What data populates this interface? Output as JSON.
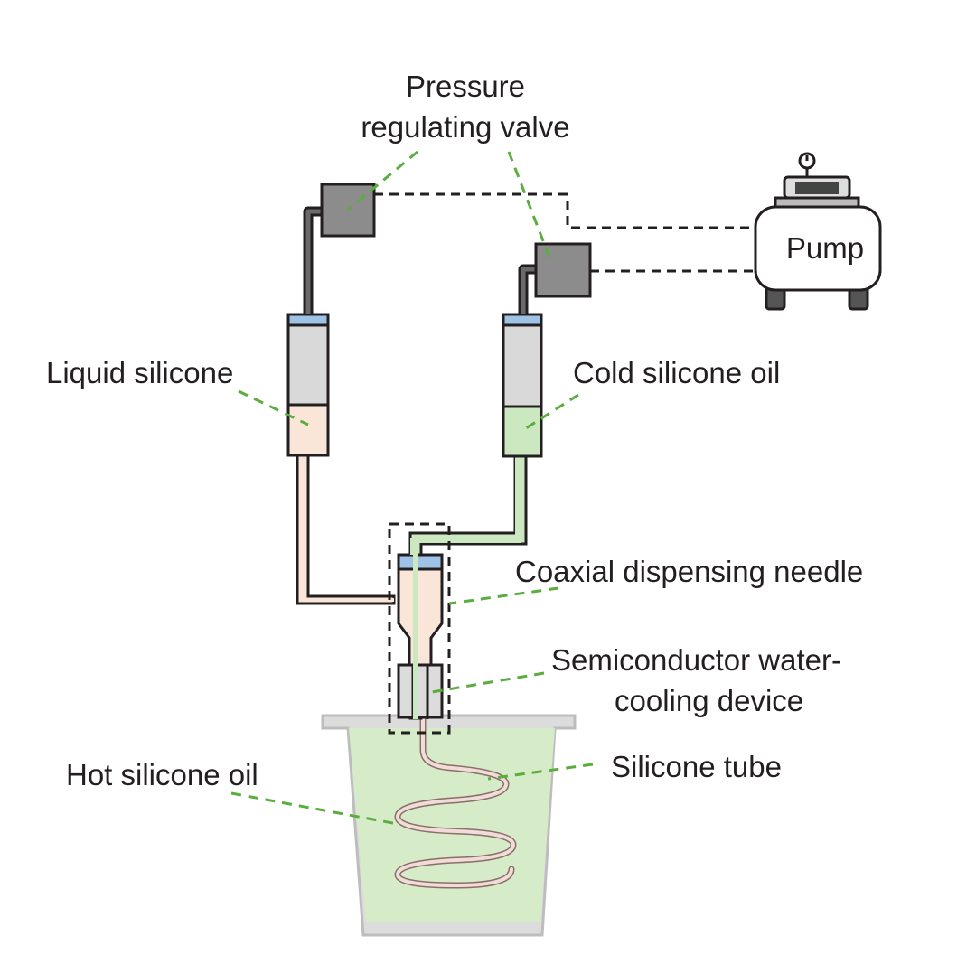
{
  "labels": {
    "pressure_valve": [
      "Pressure",
      "regulating valve"
    ],
    "pump": "Pump",
    "liquid_silicone": "Liquid silicone",
    "cold_silicone_oil": "Cold silicone oil",
    "coaxial_needle": "Coaxial dispensing needle",
    "water_cooling": [
      "Semiconductor water-",
      "cooling device"
    ],
    "silicone_tube": "Silicone tube",
    "hot_silicone_oil": "Hot silicone oil"
  },
  "colors": {
    "outline": "#231f20",
    "leader_line": "#5aad3e",
    "valve_fill": "#8c8c8c",
    "cap_blue": "#9ec3e6",
    "liquid_silicone": "#fae6d8",
    "cold_oil": "#cbe8c0",
    "hot_oil": "#d6ecc8",
    "container": "#d0d0d0",
    "coil": "#e8c8c4"
  }
}
